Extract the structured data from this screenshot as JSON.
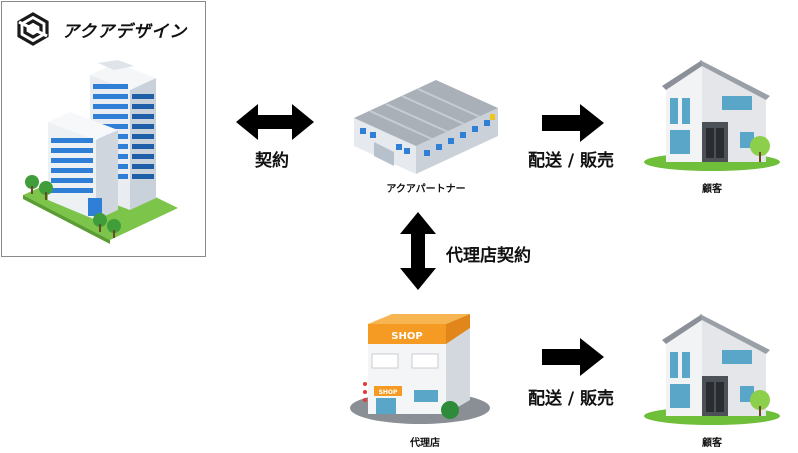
{
  "company": {
    "name": "アクアデザイン"
  },
  "arrows": {
    "contract": "契約",
    "distribution_top": "配送 / 販売",
    "agency_contract": "代理店契約",
    "distribution_bottom": "配送 / 販売"
  },
  "nodes": {
    "partner": "アクアパートナー",
    "customer_top": "顧客",
    "agency": "代理店",
    "customer_bottom": "顧客"
  },
  "shop_sign": {
    "main": "SHOP",
    "small": "SHOP"
  },
  "colors": {
    "accent_blue": "#2f7fd6",
    "green": "#6fbf3a",
    "shop_orange": "#f59a23"
  }
}
